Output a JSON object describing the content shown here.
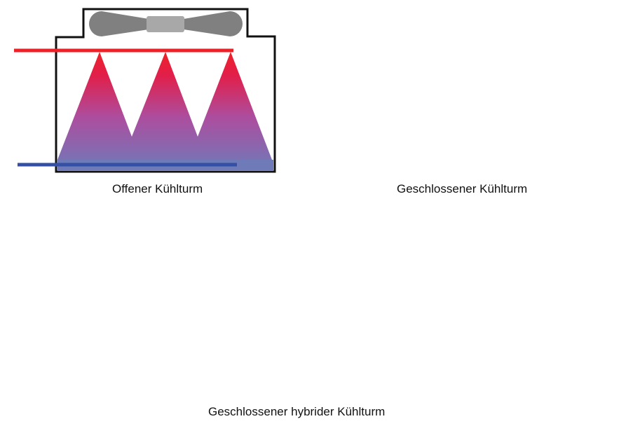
{
  "diagrams": [
    {
      "id": "open",
      "caption": "Offener Kühlturm"
    },
    {
      "id": "closed",
      "caption": "Geschlossener Kühlturm"
    },
    {
      "id": "hybrid",
      "caption": "Geschlossener hybrider Kühlturm"
    }
  ],
  "colors": {
    "hot": "#ee2028",
    "warm": "#f27f84",
    "cold": "#3350a4",
    "spray": "#7478b8",
    "basin": "#7a7cb8",
    "fan": "#808080",
    "hub": "#a8a8a8",
    "casing": "#111111"
  },
  "icons": [
    "fan-icon",
    "spray-cone-icon",
    "pipe-coil-icon",
    "water-basin-icon"
  ]
}
